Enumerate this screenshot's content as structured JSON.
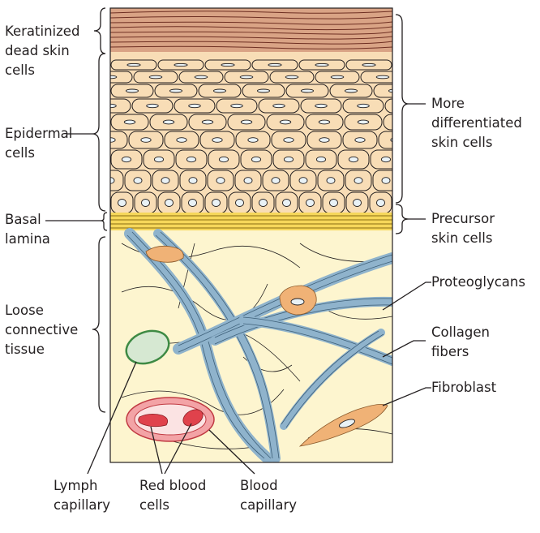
{
  "labels": {
    "keratinized": [
      "Keratinized",
      "dead skin",
      "cells"
    ],
    "epidermal": [
      "Epidermal",
      "cells"
    ],
    "basal": [
      "Basal",
      "lamina"
    ],
    "loose": [
      "Loose",
      "connective",
      "tissue"
    ],
    "more_diff": [
      "More",
      "differentiated",
      "skin cells"
    ],
    "precursor": [
      "Precursor",
      "skin cells"
    ],
    "proteoglycans": [
      "Proteoglycans"
    ],
    "collagen": [
      "Collagen",
      "fibers"
    ],
    "fibroblast": [
      "Fibroblast"
    ],
    "lymph": [
      "Lymph",
      "capillary"
    ],
    "red_blood": [
      "Red blood",
      "cells"
    ],
    "blood_cap": [
      "Blood",
      "capillary"
    ]
  },
  "colors": {
    "keratin_band": "#d9a385",
    "epidermis_bg": "#f8ddb6",
    "basal_band": "#f6d75a",
    "connective_bg": "#fdf5cf",
    "collagen": "#8fb3cc",
    "fibroblast": "#f0b276",
    "lymph_fill": "#d6e8d2",
    "lymph_stroke": "#3e8a44",
    "blood_outer": "#f3a3a6",
    "blood_stroke": "#c03a42",
    "rbc": "#e0424c"
  }
}
